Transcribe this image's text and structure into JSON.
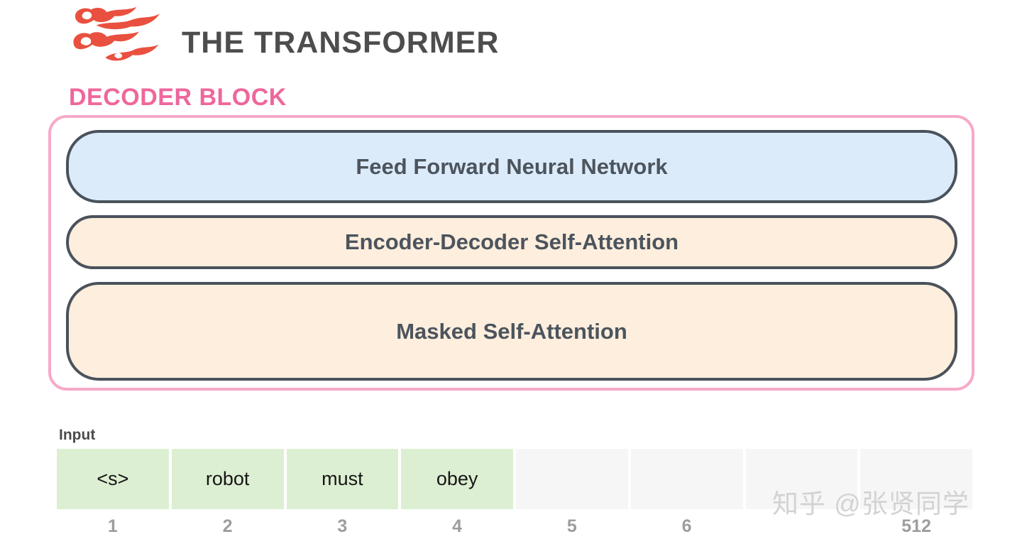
{
  "header": {
    "title": "THE TRANSFORMER",
    "title_color": "#4d4d4d",
    "logo_color": "#e9503f"
  },
  "decoder": {
    "label": "DECODER BLOCK",
    "label_color": "#ee679c",
    "border_color": "#f7a9c9",
    "layer_border_color": "#4a525b",
    "layer_text_color": "#4c545d",
    "layers": [
      {
        "label": "Feed Forward Neural Network",
        "fill": "#dcebfa"
      },
      {
        "label": "Encoder-Decoder Self-Attention",
        "fill": "#fdeedd"
      },
      {
        "label": "Masked Self-Attention",
        "fill": "#fdeedd"
      }
    ]
  },
  "input": {
    "label": "Input",
    "filled_color": "#ddefd2",
    "empty_color": "#f6f6f6",
    "cells": [
      {
        "text": "<s>",
        "fill": "#ddefd2",
        "index": "1"
      },
      {
        "text": "robot",
        "fill": "#ddefd2",
        "index": "2"
      },
      {
        "text": "must",
        "fill": "#ddefd2",
        "index": "3"
      },
      {
        "text": "obey",
        "fill": "#ddefd2",
        "index": "4"
      },
      {
        "text": "",
        "fill": "#f6f6f6",
        "index": "5"
      },
      {
        "text": "",
        "fill": "#f6f6f6",
        "index": "6"
      },
      {
        "text": "",
        "fill": "#f6f6f6",
        "index": ""
      },
      {
        "text": "",
        "fill": "#f6f6f6",
        "index": "512"
      }
    ]
  },
  "watermark": {
    "text": "知乎 @张贤同学",
    "color": "#d3d3d3"
  }
}
